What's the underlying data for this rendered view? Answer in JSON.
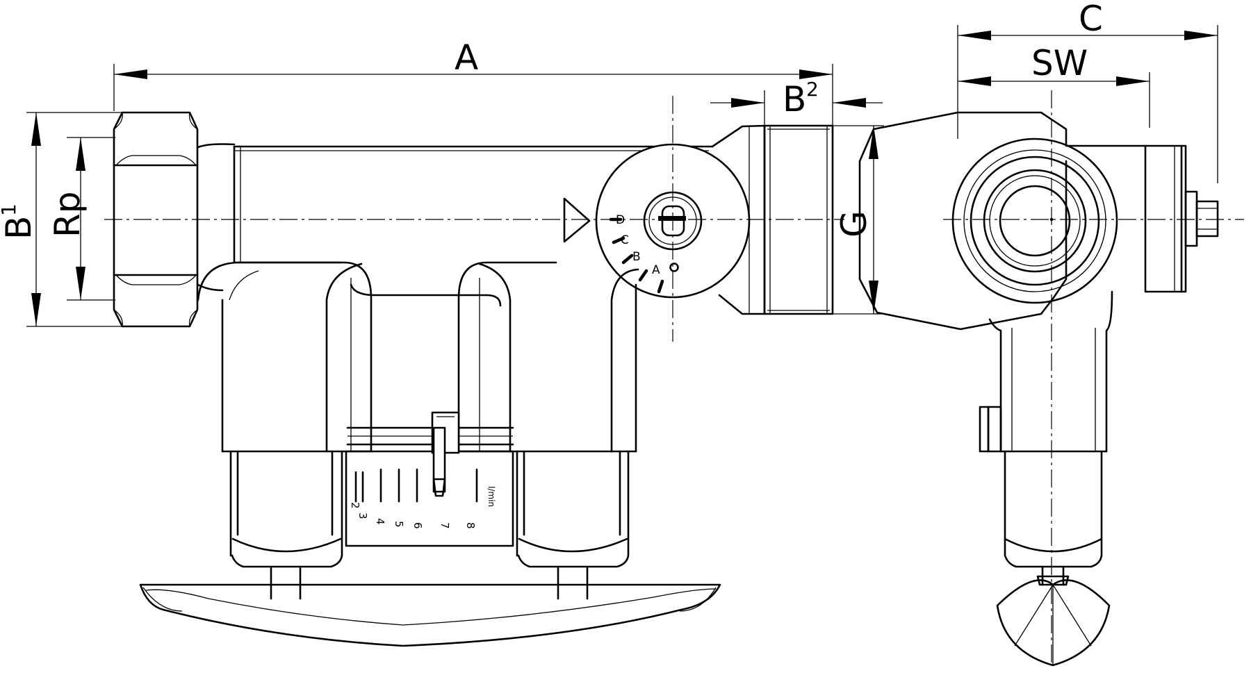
{
  "dimensions": {
    "length": "A",
    "height_inlet": "B",
    "height_inlet_index": "1",
    "offset_outlet": "B",
    "offset_outlet_index": "2",
    "inlet_thread": "Rp",
    "outlet_thread": "G",
    "side_depth": "C",
    "wrench_size": "SW"
  },
  "dial": {
    "settings": [
      "A",
      "B",
      "C",
      "D"
    ]
  },
  "flow_scale": {
    "unit": "l/min",
    "marks": [
      "2",
      "3",
      "4",
      "5",
      "6",
      "7",
      "8"
    ]
  }
}
